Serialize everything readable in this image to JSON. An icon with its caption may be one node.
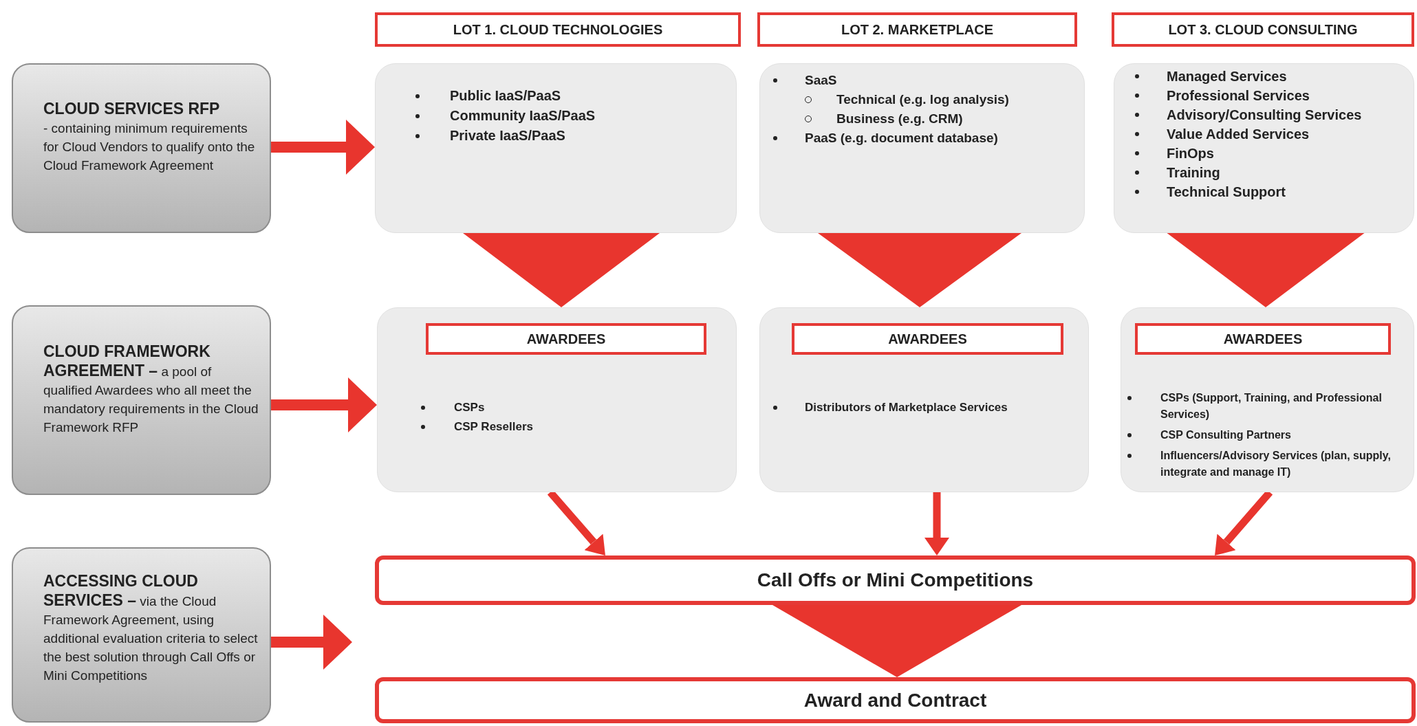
{
  "diagram": {
    "nodes": [
      {
        "text": [
          "CLOUD SERVICES RFP",
          "- containing minimum requirements for Cloud Vendors to qualify onto the Cloud Framework Agreement"
        ]
      },
      {
        "text": [
          "**CLOUD FRAMEWORK AGREEMENT –** a pool of qualified Awardees who all meet the mandatory requirements in the Cloud Framework RFP"
        ]
      },
      {
        "text": [
          "**ACCESSING CLOUD SERVICES –** via the Cloud Framework Agreement, using additional evaluation criteria to select the best solution through Call Offs or Mini Competitions"
        ]
      },
      {
        "text": [
          "LOT 1. CLOUD TECHNOLOGIES"
        ]
      },
      {
        "text": [
          "LOT 2. MARKETPLACE"
        ]
      },
      {
        "text": [
          "LOT 3. CLOUD CONSULTING"
        ]
      },
      {
        "text": [
          "Public IaaS/PaaS",
          "Community IaaS/PaaS",
          "Private IaaS/PaaS"
        ]
      },
      {
        "text": [
          "SaaS",
          "Technical (e.g. log analysis)",
          "Business (e.g. CRM)",
          "PaaS (e.g. document database)"
        ]
      },
      {
        "text": [
          "Managed Services",
          "Professional Services",
          "Advisory/Consulting Services",
          "Value Added Services",
          "FinOps",
          "Training",
          "Technical Support"
        ]
      },
      {
        "text": [
          "CSPs",
          "CSP Resellers"
        ]
      },
      {
        "text": [
          "AWARDEES"
        ],
        "in": 9
      },
      {
        "text": [
          "Distributors of Marketplace Services"
        ]
      },
      {
        "text": [
          "AWARDEES"
        ],
        "in": 11
      },
      {
        "text": [
          "CSPs (Support, Training, and Professional Services)",
          "CSP Consulting Partners",
          "Influencers/Advisory Services (plan, supply, integrate and manage IT)"
        ]
      },
      {
        "text": [
          "AWARDEES"
        ],
        "in": 13
      },
      {
        "text": [
          "Call Offs or Mini Competitions"
        ]
      },
      {
        "text": [
          "Award and Contract"
        ]
      }
    ],
    "edges": [
      {
        "from": 0,
        "to": 6,
        "arrow": "to"
      },
      {
        "from": 1,
        "to": 9,
        "arrow": "to"
      },
      {
        "from": 2,
        "to": null,
        "arrow": "to"
      },
      {
        "from": 6,
        "to": 9,
        "arrow": "to"
      },
      {
        "from": 7,
        "to": 11,
        "arrow": "to"
      },
      {
        "from": 8,
        "to": 13,
        "arrow": "to"
      },
      {
        "from": 9,
        "to": 15,
        "arrow": "to"
      },
      {
        "from": 11,
        "to": 15,
        "arrow": "to"
      },
      {
        "from": 13,
        "to": 15,
        "arrow": "to"
      },
      {
        "from": 15,
        "to": 16,
        "arrow": "to"
      }
    ]
  }
}
